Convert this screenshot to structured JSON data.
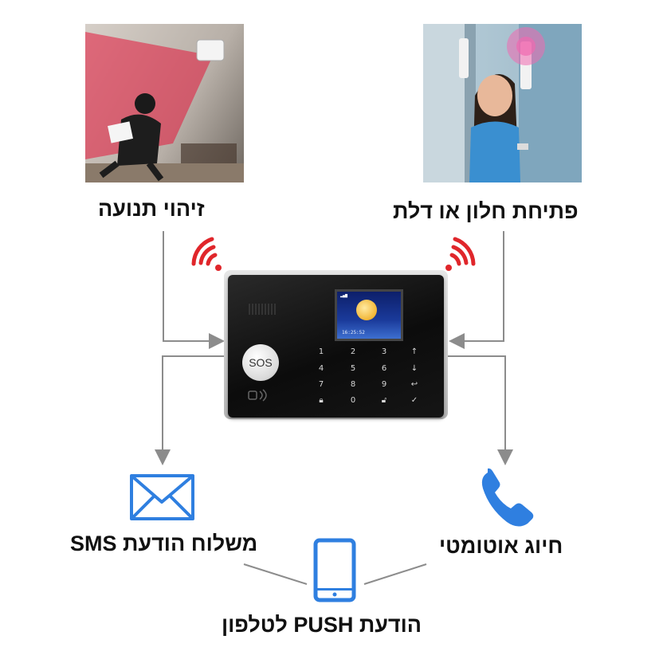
{
  "labels": {
    "motion": "זיהוי תנועה",
    "door": "פתיחת חלון או דלת",
    "sms": "משלוח הודעת SMS",
    "call": "חיוג אוטומטי",
    "push": "הודעת PUSH לטלפון"
  },
  "panel": {
    "sos_label": "SOS",
    "keys": [
      "1",
      "2",
      "3",
      "4",
      "5",
      "6",
      "7",
      "8",
      "9",
      "0"
    ],
    "lcd_time": "16:25:52"
  },
  "icons": {
    "sms": "envelope-icon",
    "call": "phone-handset-icon",
    "push": "smartphone-icon",
    "signal": "wifi-signal-icon"
  },
  "colors": {
    "icon_blue": "#2f7fe0",
    "signal_red": "#e0262b",
    "line_gray": "#8c8c8c"
  }
}
